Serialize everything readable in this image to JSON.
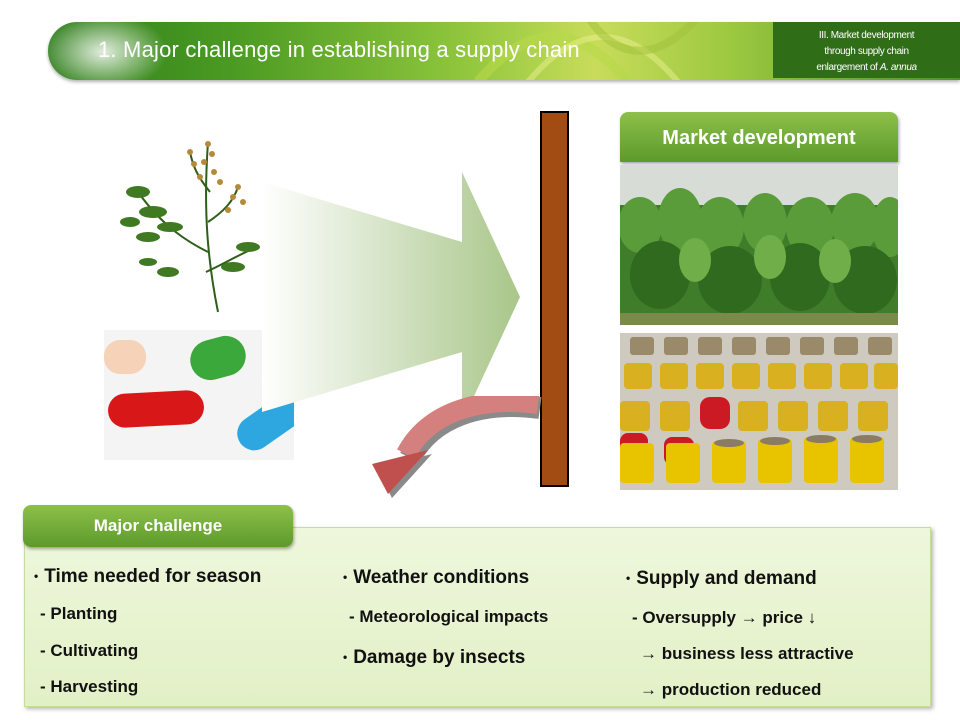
{
  "header": {
    "title": "1. Major challenge in establishing a supply chain",
    "section_line1": "III. Market development",
    "section_line2": "through supply chain",
    "section_line3_prefix": "enlargement of ",
    "section_line3_species": "A. annua"
  },
  "market": {
    "button_label": "Market development"
  },
  "challenge": {
    "tab_label": "Major challenge",
    "col1": {
      "heading": "Time needed for season",
      "items": [
        "- Planting",
        "- Cultivating",
        "- Harvesting"
      ]
    },
    "col2": {
      "heading": "Weather conditions",
      "item": "- Meteorological impacts",
      "heading2": "Damage by insects"
    },
    "col3": {
      "heading": "Supply and demand",
      "items": [
        "- Oversupply → price ↓",
        "→ business less attractive",
        "→ production reduced"
      ]
    }
  },
  "colors": {
    "header_green": "#4a9a22",
    "divider_brown": "#a24b12",
    "button_green": "#6fa83a",
    "panel_bg": "#e8f4d2",
    "arrow_red": "#c0504d"
  },
  "icons": [
    "bullet-icon"
  ]
}
